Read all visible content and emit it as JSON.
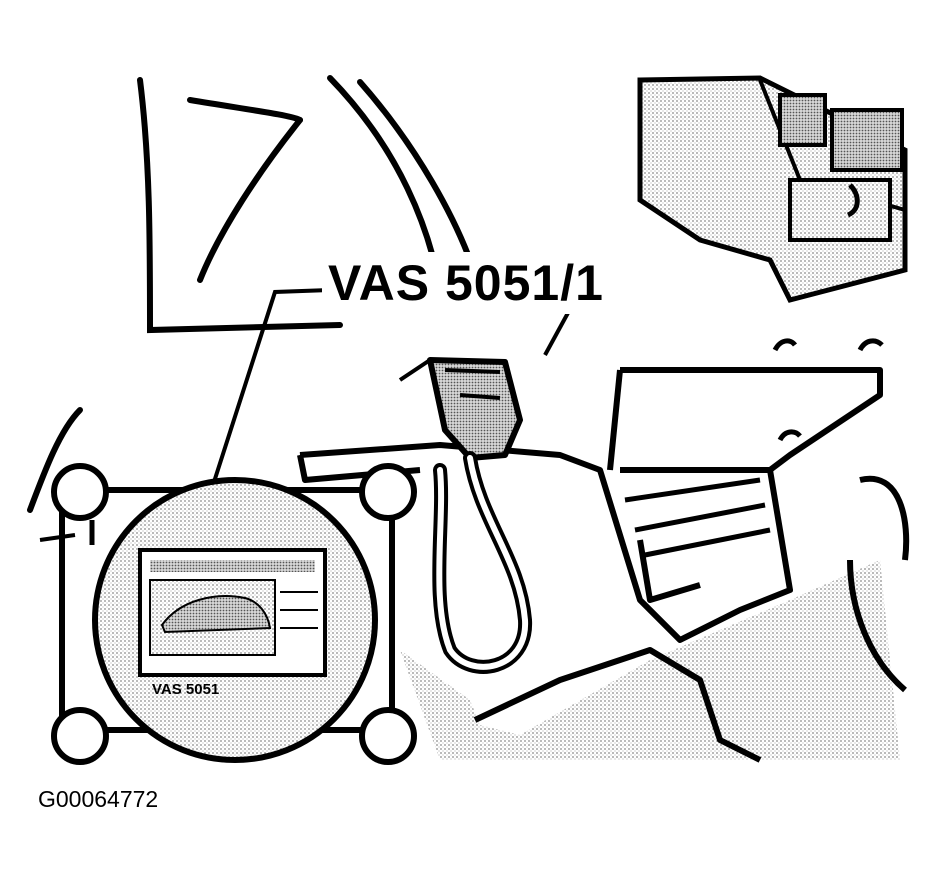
{
  "callout": {
    "tool_label": "VAS 5051/1"
  },
  "inset": {
    "device_label": "VAS 5051"
  },
  "figure": {
    "id": "G00064772"
  },
  "colors": {
    "ink": "#000000",
    "paper": "#ffffff",
    "stipple": "#8a8a8a"
  }
}
